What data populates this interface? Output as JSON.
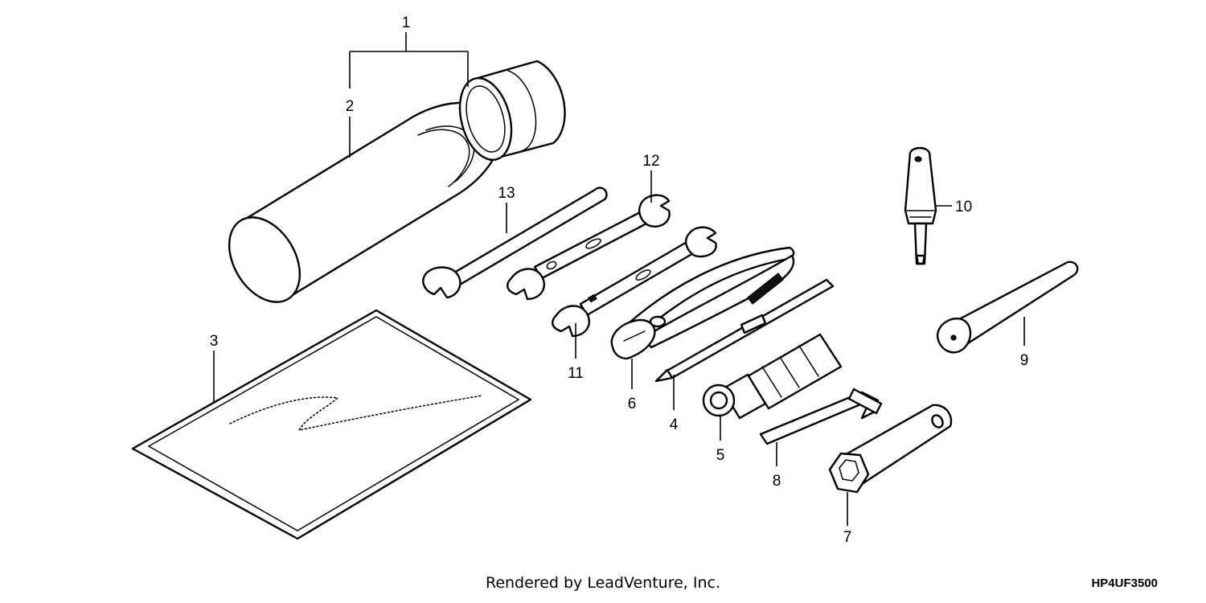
{
  "callouts": {
    "p1": "1",
    "p2": "2",
    "p3": "3",
    "p4": "4",
    "p5": "5",
    "p6": "6",
    "p7": "7",
    "p8": "8",
    "p9": "9",
    "p10": "10",
    "p11": "11",
    "p12": "12",
    "p13": "13"
  },
  "footer": {
    "credit": "Rendered by LeadVenture, Inc.",
    "diagram_code": "HP4UF3500"
  },
  "colors": {
    "line": "#000000",
    "background": "#ffffff"
  }
}
